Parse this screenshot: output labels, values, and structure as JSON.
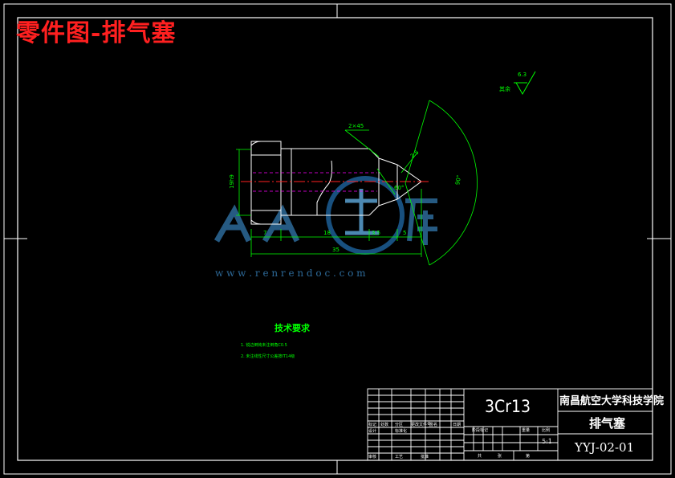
{
  "header": {
    "title": "零件图-排气塞"
  },
  "drawing": {
    "dim_hex": "19h9",
    "dim_chamfer": "2×45",
    "dim_seat": "2.5",
    "dim_7": "7",
    "dim_18": "18",
    "dim_3_5": "3.5",
    "dim_5": "5",
    "dim_total": "35",
    "dim_angle_large": "90°",
    "dim_angle_small": "60°",
    "roughness_label": "其余",
    "roughness_value": "6.3"
  },
  "tech_req": {
    "title": "技术要求",
    "items": [
      "1. 锐边倒钝未注倒角C0.5",
      "2. 未注线性尺寸公差按IT14级"
    ]
  },
  "watermark": {
    "brand": "人人文库",
    "url": "w w w . r e n r e n d o c . c o m"
  },
  "title_block": {
    "material": "3Cr13",
    "school": "南昌航空大学科技学院",
    "part_name": "排气塞",
    "drawing_no": "YYJ-02-01",
    "scale": "5:1",
    "small_labels": {
      "biaoji": "标记",
      "chushu": "处数",
      "fenqu": "分区",
      "gengai": "更改文件号",
      "qianming": "签名",
      "riqi": "日期",
      "sheji": "设计",
      "biaozhunhua": "标准化",
      "shenhe": "审核",
      "gongyi": "工艺",
      "pizhun": "批准",
      "jieduan": "阶段标记",
      "zhongliang": "重量",
      "bili": "比例",
      "gong": "共",
      "zhang": "张",
      "di": "第"
    }
  },
  "colors": {
    "line": "#ffffff",
    "dim": "#00ff00",
    "center": "#ff0000",
    "hidden": "#ff00ff",
    "title": "#ff2020",
    "watermark": "#1f5c8a"
  }
}
